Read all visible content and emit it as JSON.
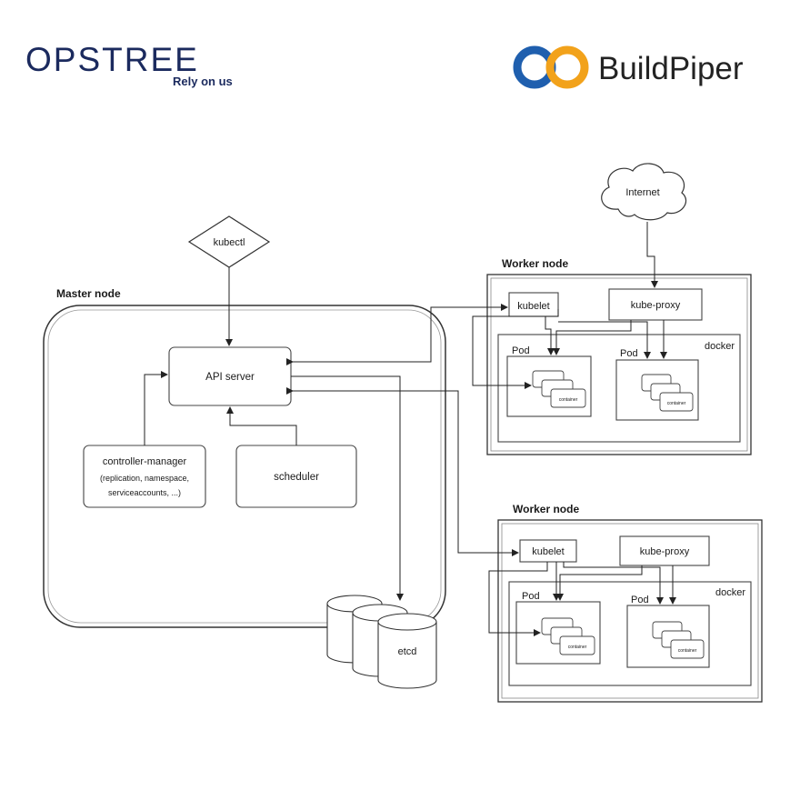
{
  "logos": {
    "opstree_name": "OPSTREE",
    "opstree_tagline": "Rely on us",
    "buildpiper_name": "BuildPiper",
    "colors": {
      "opstree": "#1b2a5e",
      "buildpiper_blue": "#1f5fae",
      "buildpiper_orange": "#f2a21b"
    }
  },
  "diagram": {
    "internet": "Internet",
    "kubectl": "kubectl",
    "master": {
      "title": "Master node",
      "api_server": "API server",
      "controller_manager": "controller-manager",
      "controller_manager_detail_1": "(replication, namespace,",
      "controller_manager_detail_2": "serviceaccounts, ...)",
      "scheduler": "scheduler",
      "etcd": "etcd"
    },
    "worker_1": {
      "title": "Worker node",
      "kubelet": "kubelet",
      "kube_proxy": "kube-proxy",
      "docker": "docker",
      "pod_a": "Pod",
      "pod_b": "Pod",
      "container": "container"
    },
    "worker_2": {
      "title": "Worker node",
      "kubelet": "kubelet",
      "kube_proxy": "kube-proxy",
      "docker": "docker",
      "pod_a": "Pod",
      "pod_b": "Pod",
      "container": "container"
    }
  }
}
